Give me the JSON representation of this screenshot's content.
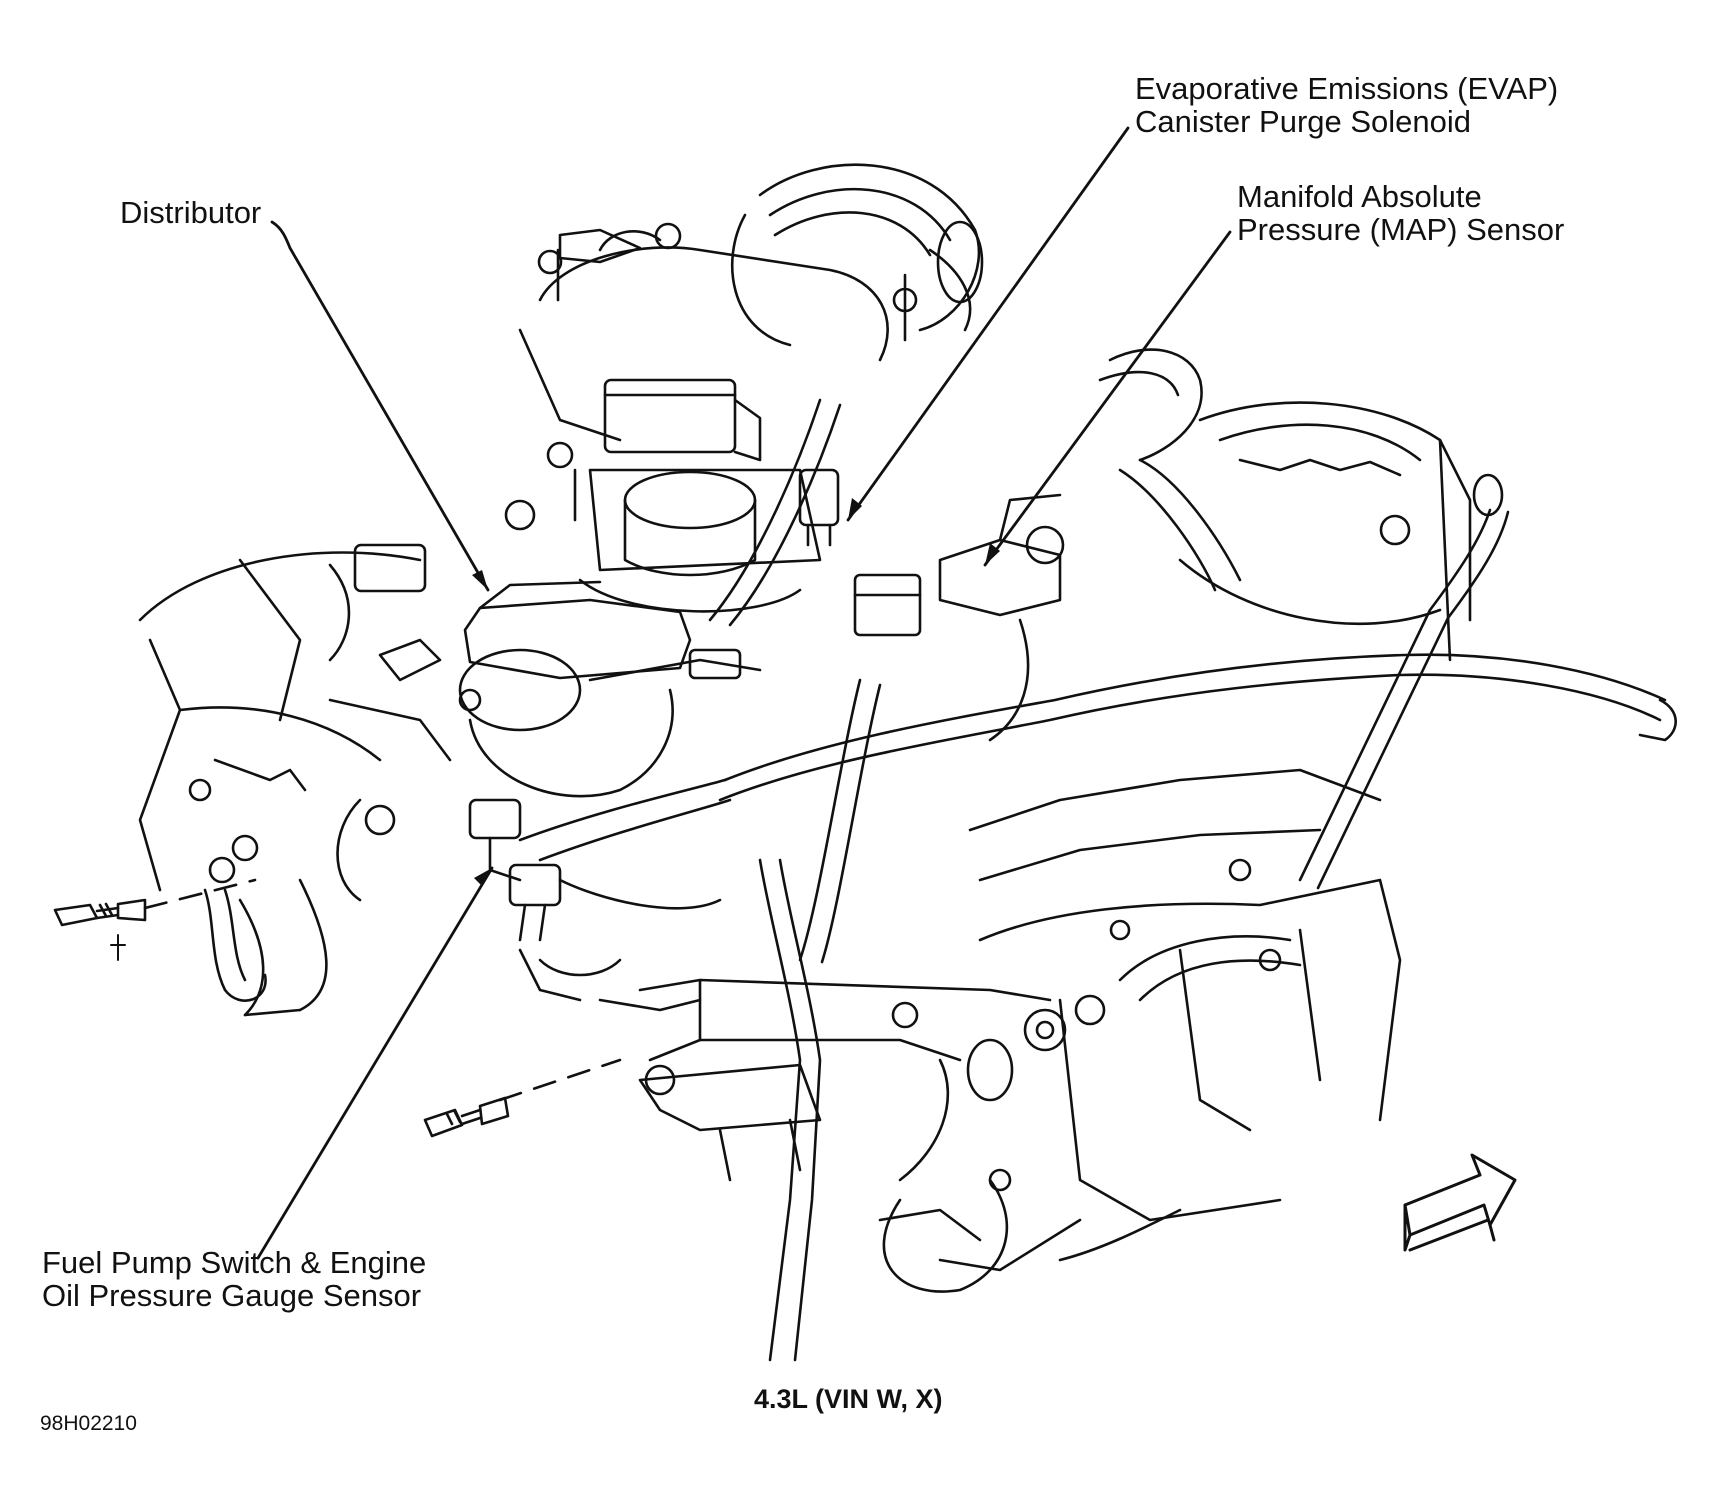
{
  "labels": {
    "evap": {
      "line1": "Evaporative Emissions (EVAP)",
      "line2": "Canister Purge Solenoid"
    },
    "map": {
      "line1": "Manifold Absolute",
      "line2": "Pressure (MAP) Sensor"
    },
    "distributor": "Distributor",
    "fuel_pump": {
      "line1": "Fuel Pump Switch & Engine",
      "line2": "Oil Pressure Gauge Sensor"
    }
  },
  "caption": "4.3L (VIN W, X)",
  "figure_id": "98H02210",
  "icons": [
    "front-direction-arrow-icon",
    "bolt-icon"
  ]
}
